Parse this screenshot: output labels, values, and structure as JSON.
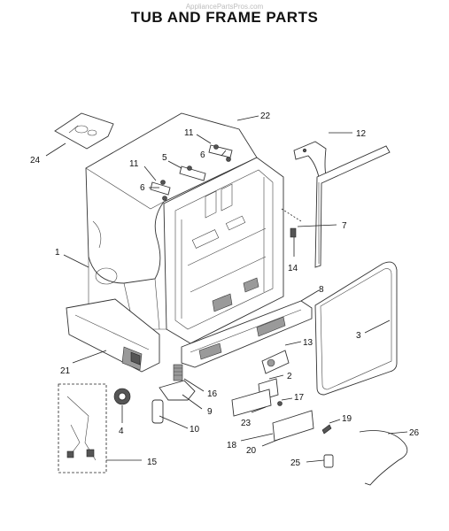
{
  "header": {
    "watermark": "AppliancePartsPros.com",
    "title": "TUB AND FRAME PARTS"
  },
  "callouts": {
    "c1": "1",
    "c2": "2",
    "c3": "3",
    "c4": "4",
    "c5": "5",
    "c6a": "6",
    "c6b": "6",
    "c7": "7",
    "c8": "8",
    "c9": "9",
    "c10": "10",
    "c11a": "11",
    "c11b": "11",
    "c12": "12",
    "c13": "13",
    "c14": "14",
    "c15": "15",
    "c16": "16",
    "c17": "17",
    "c18": "18",
    "c19": "19",
    "c20": "20",
    "c21": "21",
    "c22": "22",
    "c23": "23",
    "c24": "24",
    "c25": "25",
    "c26": "26"
  }
}
